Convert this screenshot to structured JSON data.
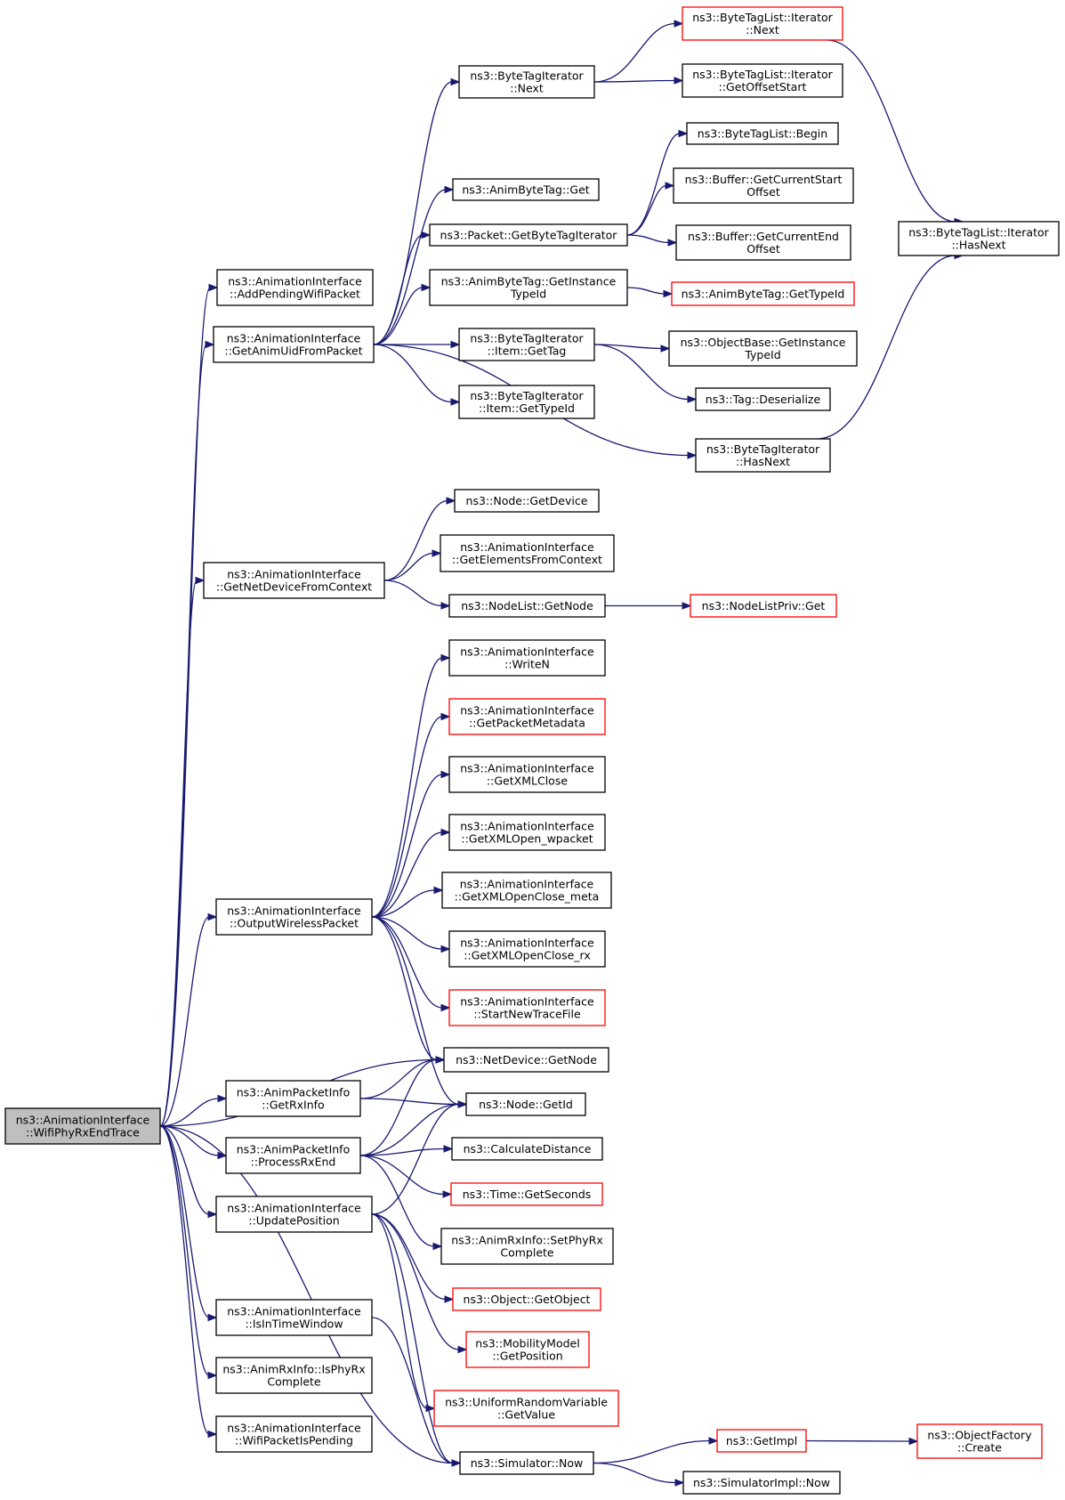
{
  "nodes": [
    {
      "id": "root",
      "lines": [
        "ns3::AnimationInterface",
        "::WifiPhyRxEndTrace"
      ],
      "style": "root"
    },
    {
      "id": "addPending",
      "lines": [
        "ns3::AnimationInterface",
        "::AddPendingWifiPacket"
      ],
      "style": "normal"
    },
    {
      "id": "getAnimUid",
      "lines": [
        "ns3::AnimationInterface",
        "::GetAnimUidFromPacket"
      ],
      "style": "normal"
    },
    {
      "id": "btiNext",
      "lines": [
        "ns3::ByteTagIterator",
        "::Next"
      ],
      "style": "normal"
    },
    {
      "id": "btlIterNext",
      "lines": [
        "ns3::ByteTagList::Iterator",
        "::Next"
      ],
      "style": "red"
    },
    {
      "id": "btlGetOffsetStart",
      "lines": [
        "ns3::ByteTagList::Iterator",
        "::GetOffsetStart"
      ],
      "style": "normal"
    },
    {
      "id": "btlBegin",
      "lines": [
        "ns3::ByteTagList::Begin"
      ],
      "style": "normal"
    },
    {
      "id": "animByteTagGet",
      "lines": [
        "ns3::AnimByteTag::Get"
      ],
      "style": "normal"
    },
    {
      "id": "bufGetCurStart",
      "lines": [
        "ns3::Buffer::GetCurrentStart",
        "Offset"
      ],
      "style": "normal"
    },
    {
      "id": "btlIterHasNext",
      "lines": [
        "ns3::ByteTagList::Iterator",
        "::HasNext"
      ],
      "style": "normal"
    },
    {
      "id": "pktGetBTI",
      "lines": [
        "ns3::Packet::GetByteTagIterator"
      ],
      "style": "normal"
    },
    {
      "id": "bufGetCurEnd",
      "lines": [
        "ns3::Buffer::GetCurrentEnd",
        "Offset"
      ],
      "style": "normal"
    },
    {
      "id": "abtGetInstTid",
      "lines": [
        "ns3::AnimByteTag::GetInstance",
        "TypeId"
      ],
      "style": "normal"
    },
    {
      "id": "abtGetTid",
      "lines": [
        "ns3::AnimByteTag::GetTypeId"
      ],
      "style": "red"
    },
    {
      "id": "btiItemGetTag",
      "lines": [
        "ns3::ByteTagIterator",
        "::Item::GetTag"
      ],
      "style": "normal"
    },
    {
      "id": "objBaseGetInstTid",
      "lines": [
        "ns3::ObjectBase::GetInstance",
        "TypeId"
      ],
      "style": "normal"
    },
    {
      "id": "tagDeserialize",
      "lines": [
        "ns3::Tag::Deserialize"
      ],
      "style": "normal"
    },
    {
      "id": "btiItemGetTid",
      "lines": [
        "ns3::ByteTagIterator",
        "::Item::GetTypeId"
      ],
      "style": "normal"
    },
    {
      "id": "btiHasNext",
      "lines": [
        "ns3::ByteTagIterator",
        "::HasNext"
      ],
      "style": "normal"
    },
    {
      "id": "nodeGetDevice",
      "lines": [
        "ns3::Node::GetDevice"
      ],
      "style": "normal"
    },
    {
      "id": "getElements",
      "lines": [
        "ns3::AnimationInterface",
        "::GetElementsFromContext"
      ],
      "style": "normal"
    },
    {
      "id": "getNetDev",
      "lines": [
        "ns3::AnimationInterface",
        "::GetNetDeviceFromContext"
      ],
      "style": "normal"
    },
    {
      "id": "nodeListGetNode",
      "lines": [
        "ns3::NodeList::GetNode"
      ],
      "style": "normal"
    },
    {
      "id": "nodeListPrivGet",
      "lines": [
        "ns3::NodeListPriv::Get"
      ],
      "style": "red"
    },
    {
      "id": "writeN",
      "lines": [
        "ns3::AnimationInterface",
        "::WriteN"
      ],
      "style": "normal"
    },
    {
      "id": "getPktMeta",
      "lines": [
        "ns3::AnimationInterface",
        "::GetPacketMetadata"
      ],
      "style": "red"
    },
    {
      "id": "getXmlClose",
      "lines": [
        "ns3::AnimationInterface",
        "::GetXMLClose"
      ],
      "style": "normal"
    },
    {
      "id": "getXmlOpenWp",
      "lines": [
        "ns3::AnimationInterface",
        "::GetXMLOpen_wpacket"
      ],
      "style": "normal"
    },
    {
      "id": "getXmlOCMeta",
      "lines": [
        "ns3::AnimationInterface",
        "::GetXMLOpenClose_meta"
      ],
      "style": "normal"
    },
    {
      "id": "outWireless",
      "lines": [
        "ns3::AnimationInterface",
        "::OutputWirelessPacket"
      ],
      "style": "normal"
    },
    {
      "id": "getXmlOCRx",
      "lines": [
        "ns3::AnimationInterface",
        "::GetXMLOpenClose_rx"
      ],
      "style": "normal"
    },
    {
      "id": "startNewTrace",
      "lines": [
        "ns3::AnimationInterface",
        "::StartNewTraceFile"
      ],
      "style": "red"
    },
    {
      "id": "netDevGetNode",
      "lines": [
        "ns3::NetDevice::GetNode"
      ],
      "style": "normal"
    },
    {
      "id": "apiGetRxInfo",
      "lines": [
        "ns3::AnimPacketInfo",
        "::GetRxInfo"
      ],
      "style": "normal"
    },
    {
      "id": "nodeGetId",
      "lines": [
        "ns3::Node::GetId"
      ],
      "style": "normal"
    },
    {
      "id": "apiProcessRxEnd",
      "lines": [
        "ns3::AnimPacketInfo",
        "::ProcessRxEnd"
      ],
      "style": "normal"
    },
    {
      "id": "calcDistance",
      "lines": [
        "ns3::CalculateDistance"
      ],
      "style": "normal"
    },
    {
      "id": "timeGetSeconds",
      "lines": [
        "ns3::Time::GetSeconds"
      ],
      "style": "red"
    },
    {
      "id": "updatePos",
      "lines": [
        "ns3::AnimationInterface",
        "::UpdatePosition"
      ],
      "style": "normal"
    },
    {
      "id": "arxSetPhyRx",
      "lines": [
        "ns3::AnimRxInfo::SetPhyRx",
        "Complete"
      ],
      "style": "normal"
    },
    {
      "id": "objGetObject",
      "lines": [
        "ns3::Object::GetObject"
      ],
      "style": "red"
    },
    {
      "id": "isInTime",
      "lines": [
        "ns3::AnimationInterface",
        "::IsInTimeWindow"
      ],
      "style": "normal"
    },
    {
      "id": "mobGetPos",
      "lines": [
        "ns3::MobilityModel",
        "::GetPosition"
      ],
      "style": "red"
    },
    {
      "id": "arxIsPhyRx",
      "lines": [
        "ns3::AnimRxInfo::IsPhyRx",
        "Complete"
      ],
      "style": "normal"
    },
    {
      "id": "uniformGetValue",
      "lines": [
        "ns3::UniformRandomVariable",
        "::GetValue"
      ],
      "style": "red"
    },
    {
      "id": "wifiPktPending",
      "lines": [
        "ns3::AnimationInterface",
        "::WifiPacketIsPending"
      ],
      "style": "normal"
    },
    {
      "id": "getImpl",
      "lines": [
        "ns3::GetImpl"
      ],
      "style": "red"
    },
    {
      "id": "objFactoryCreate",
      "lines": [
        "ns3::ObjectFactory",
        "::Create"
      ],
      "style": "red"
    },
    {
      "id": "simNow",
      "lines": [
        "ns3::Simulator::Now"
      ],
      "style": "normal"
    },
    {
      "id": "simImplNow",
      "lines": [
        "ns3::SimulatorImpl::Now"
      ],
      "style": "normal"
    }
  ],
  "edges": [
    [
      "root",
      "addPending"
    ],
    [
      "root",
      "getAnimUid"
    ],
    [
      "root",
      "getNetDev"
    ],
    [
      "root",
      "outWireless"
    ],
    [
      "root",
      "netDevGetNode"
    ],
    [
      "root",
      "apiGetRxInfo"
    ],
    [
      "root",
      "apiProcessRxEnd"
    ],
    [
      "root",
      "updatePos"
    ],
    [
      "root",
      "isInTime"
    ],
    [
      "root",
      "arxIsPhyRx"
    ],
    [
      "root",
      "wifiPktPending"
    ],
    [
      "root",
      "simNow"
    ],
    [
      "getAnimUid",
      "btiNext"
    ],
    [
      "getAnimUid",
      "animByteTagGet"
    ],
    [
      "getAnimUid",
      "pktGetBTI"
    ],
    [
      "getAnimUid",
      "abtGetInstTid"
    ],
    [
      "getAnimUid",
      "btiItemGetTag"
    ],
    [
      "getAnimUid",
      "btiItemGetTid"
    ],
    [
      "getAnimUid",
      "btiHasNext"
    ],
    [
      "btiNext",
      "btlIterNext"
    ],
    [
      "btiNext",
      "btlGetOffsetStart"
    ],
    [
      "btlIterNext",
      "btlIterHasNext"
    ],
    [
      "pktGetBTI",
      "btlBegin"
    ],
    [
      "pktGetBTI",
      "bufGetCurStart"
    ],
    [
      "pktGetBTI",
      "bufGetCurEnd"
    ],
    [
      "abtGetInstTid",
      "abtGetTid"
    ],
    [
      "btiItemGetTag",
      "objBaseGetInstTid"
    ],
    [
      "btiItemGetTag",
      "tagDeserialize"
    ],
    [
      "btiHasNext",
      "btlIterHasNext"
    ],
    [
      "getNetDev",
      "nodeGetDevice"
    ],
    [
      "getNetDev",
      "getElements"
    ],
    [
      "getNetDev",
      "nodeListGetNode"
    ],
    [
      "nodeListGetNode",
      "nodeListPrivGet"
    ],
    [
      "outWireless",
      "writeN"
    ],
    [
      "outWireless",
      "getPktMeta"
    ],
    [
      "outWireless",
      "getXmlClose"
    ],
    [
      "outWireless",
      "getXmlOpenWp"
    ],
    [
      "outWireless",
      "getXmlOCMeta"
    ],
    [
      "outWireless",
      "getXmlOCRx"
    ],
    [
      "outWireless",
      "startNewTrace"
    ],
    [
      "outWireless",
      "netDevGetNode"
    ],
    [
      "outWireless",
      "nodeGetId"
    ],
    [
      "apiGetRxInfo",
      "netDevGetNode"
    ],
    [
      "apiGetRxInfo",
      "nodeGetId"
    ],
    [
      "apiProcessRxEnd",
      "netDevGetNode"
    ],
    [
      "apiProcessRxEnd",
      "nodeGetId"
    ],
    [
      "apiProcessRxEnd",
      "calcDistance"
    ],
    [
      "apiProcessRxEnd",
      "timeGetSeconds"
    ],
    [
      "apiProcessRxEnd",
      "arxSetPhyRx"
    ],
    [
      "updatePos",
      "nodeGetId"
    ],
    [
      "updatePos",
      "objGetObject"
    ],
    [
      "updatePos",
      "mobGetPos"
    ],
    [
      "updatePos",
      "uniformGetValue"
    ],
    [
      "updatePos",
      "simNow"
    ],
    [
      "isInTime",
      "simNow"
    ],
    [
      "simNow",
      "getImpl"
    ],
    [
      "simNow",
      "simImplNow"
    ],
    [
      "getImpl",
      "objFactoryCreate"
    ]
  ]
}
